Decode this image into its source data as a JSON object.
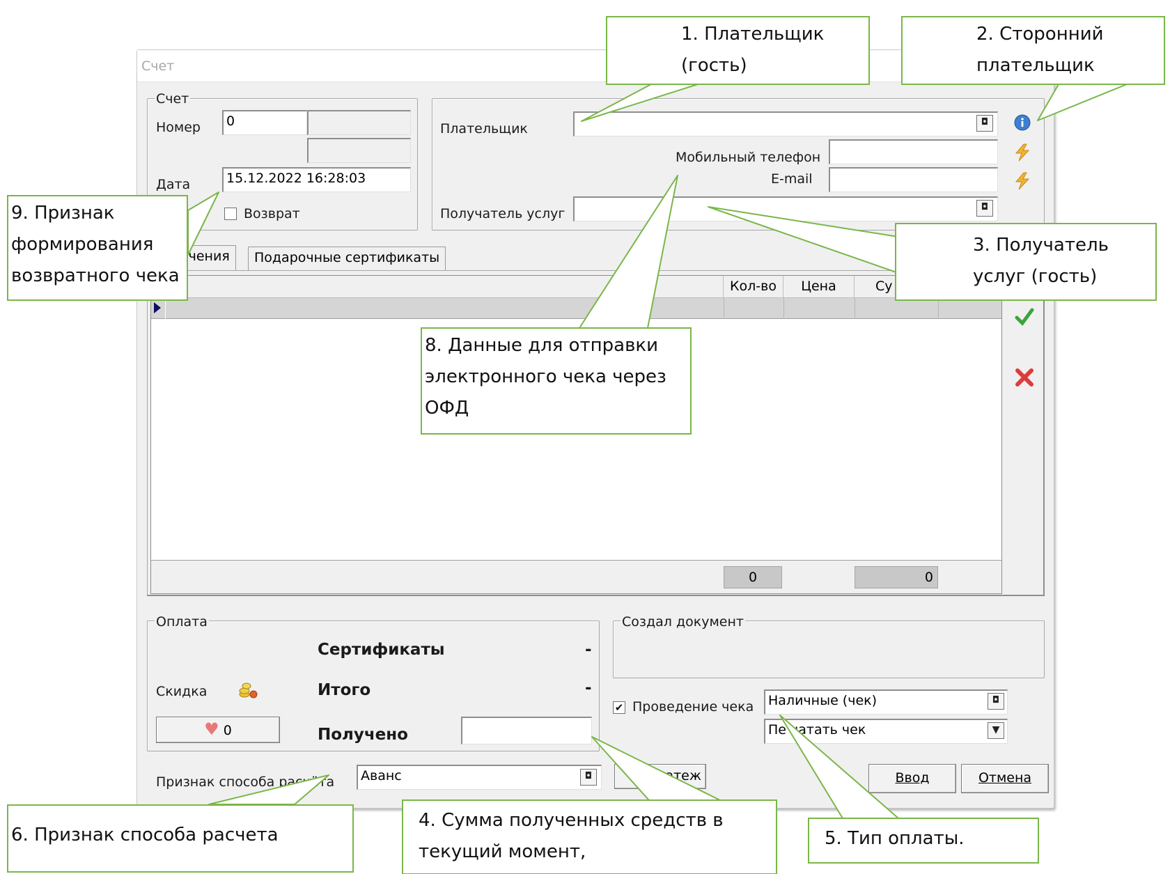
{
  "window": {
    "title": "Счет"
  },
  "account": {
    "group_label": "Счет",
    "number_label": "Номер",
    "number_value": "0",
    "date_label": "Дата",
    "date_value": "15.12.2022 16:28:03",
    "return_label": "Возврат",
    "return_checked": false
  },
  "payer": {
    "payer_label": "Плательщик",
    "payer_value": "",
    "mobile_label": "Мобильный телефон",
    "mobile_value": "",
    "email_label": "E-mail",
    "email_value": "",
    "recipient_label": "Получатель услуг",
    "recipient_value": ""
  },
  "tabs": [
    {
      "label": "ачения"
    },
    {
      "label": "Подарочные сертификаты"
    }
  ],
  "grid": {
    "columns": [
      "Кол-во",
      "Цена",
      "Су"
    ],
    "footer_qty": "0",
    "footer_sum": "0"
  },
  "payment": {
    "group_label": "Оплата",
    "certificates_label": "Сертификаты",
    "certificates_value": "-",
    "discount_label": "Скидка",
    "total_label": "Итого",
    "total_value": "-",
    "discount_button_value": "0",
    "received_label": "Получено",
    "received_value": ""
  },
  "creator": {
    "group_label": "Создал документ"
  },
  "receipt": {
    "post_label": "Проведение чека",
    "post_checked": true,
    "payment_type": "Наличные (чек)",
    "print_mode": "Пе   чатать чек"
  },
  "calc_method": {
    "label": "Признак способа расчёта",
    "value": "Аванс"
  },
  "buttons": {
    "payment_partial": "атеж",
    "enter": "Ввод",
    "cancel": "Отмена"
  },
  "annotations": {
    "n1": "1. Плательщик\n(гость)",
    "n2": "2. Сторонний\nплательщик",
    "n3": "3. Получатель\nуслуг (гость)",
    "n4": "4. Сумма полученных средств в\nтекущий момент,",
    "n5": "5. Тип оплаты.",
    "n6": "6. Признак способа расчета",
    "n8": "8. Данные для отправки\nэлектронного чека через\nОФД",
    "n9": "9. Признак\nформирования\nвозвратного чека"
  },
  "colors": {
    "callout_border": "#7ab648",
    "window_bg": "#f0f0f0",
    "info_icon": "#3d7fd0",
    "lightning_icon": "#f2b233",
    "ok_icon": "#3aa53a",
    "cancel_icon": "#e03a3a"
  }
}
